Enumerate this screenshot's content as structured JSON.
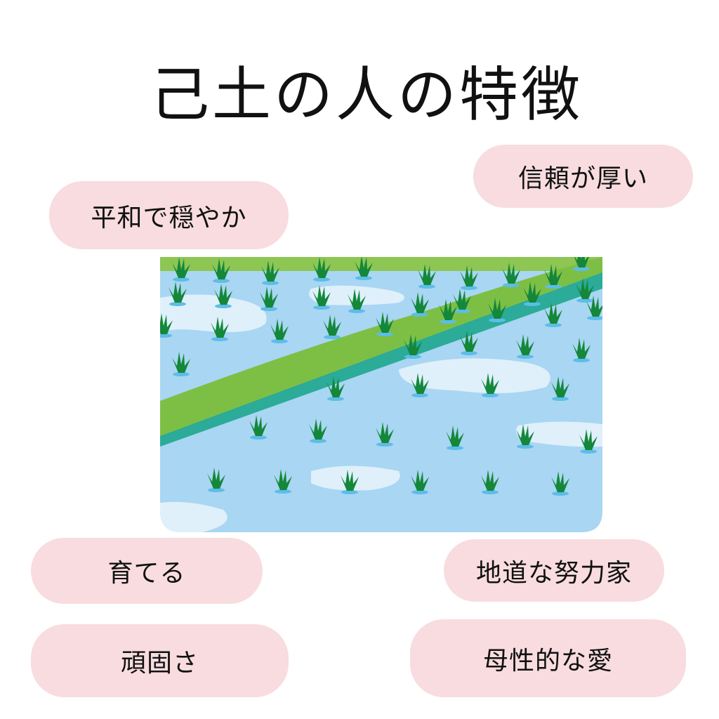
{
  "title": "己土の人の特徴",
  "traits": [
    "平和で穏やか",
    "信頼が厚い",
    "育てる",
    "地道な努力家",
    "頑固さ",
    "母性的な愛"
  ],
  "illustration": {
    "subject": "rice-paddy",
    "colors": {
      "water": "#a9d6f2",
      "reflection": "#dff0fb",
      "bank": "#7dbf45",
      "bank_edge": "#2bab98",
      "top_grass": "#8dc653",
      "sprout": "#14873a",
      "ripple": "#5cbde8"
    }
  },
  "colors": {
    "pill": "#f8dcdf",
    "text": "#111111"
  }
}
